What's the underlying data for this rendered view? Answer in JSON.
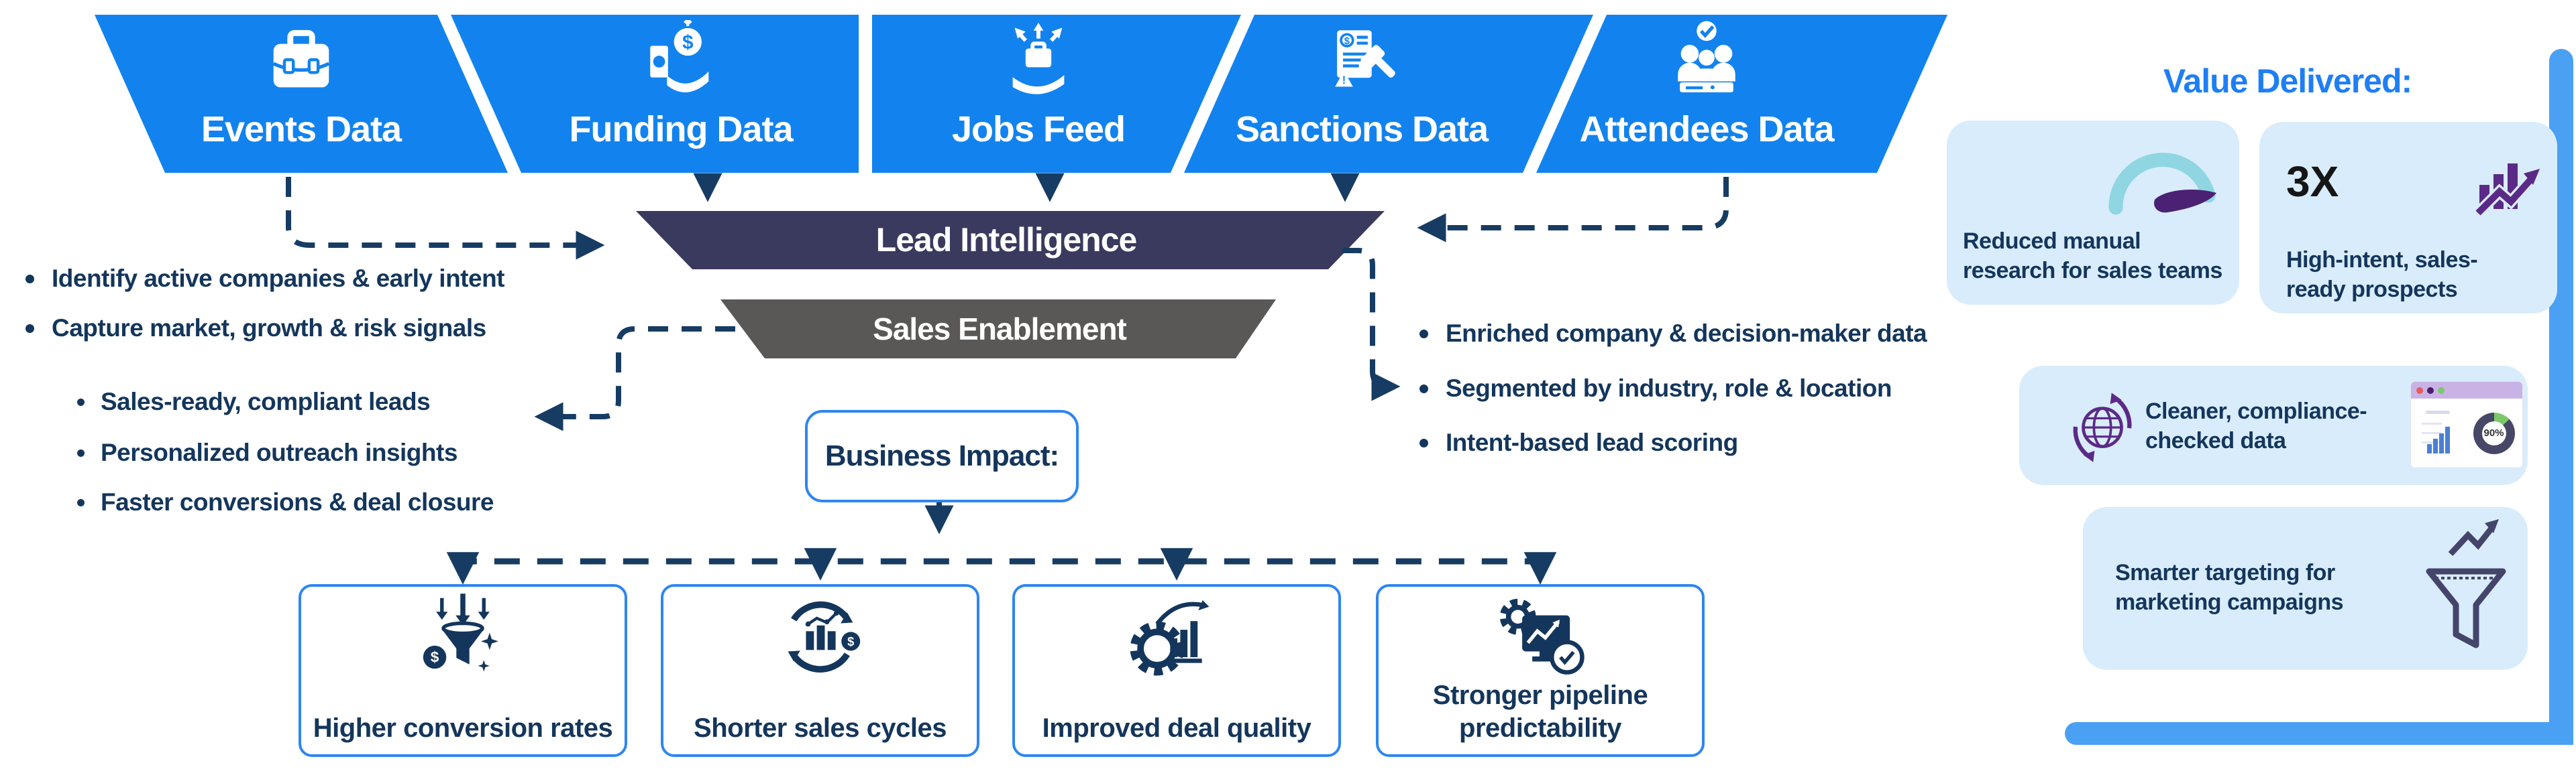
{
  "banner": {
    "items": [
      {
        "label": "Events Data",
        "icon": "briefcase-icon"
      },
      {
        "label": "Funding Data",
        "icon": "money-hand-icon"
      },
      {
        "label": "Jobs Feed",
        "icon": "jobs-hand-icon"
      },
      {
        "label": "Sanctions Data",
        "icon": "sanctions-gavel-icon"
      },
      {
        "label": "Attendees Data",
        "icon": "attendees-group-icon"
      }
    ]
  },
  "funnel": {
    "lead_label": "Lead Intelligence",
    "sales_label": "Sales Enablement"
  },
  "left_bullets": {
    "main": [
      "Identify active companies & early intent",
      "Capture market, growth & risk signals"
    ],
    "sub": [
      "Sales-ready, compliant leads",
      "Personalized outreach insights",
      "Faster conversions & deal closure"
    ]
  },
  "right_bullets": [
    "Enriched company & decision-maker data",
    "Segmented by industry, role & location",
    "Intent-based lead scoring"
  ],
  "business_impact": {
    "label": "Business Impact:"
  },
  "impact_boxes": [
    {
      "label": "Higher conversion rates",
      "icon": "conversion-funnel-icon"
    },
    {
      "label": "Shorter sales cycles",
      "icon": "sales-cycle-icon"
    },
    {
      "label": "Improved deal quality",
      "icon": "deal-quality-gear-icon"
    },
    {
      "label": "Stronger pipeline predictability",
      "icon": "pipeline-forecast-icon"
    }
  ],
  "value_panel": {
    "title": "Value Delivered:",
    "cards": [
      {
        "text": "Reduced manual research for sales teams",
        "icon": "speedometer-icon"
      },
      {
        "badge": "3X",
        "text": "High-intent, sales-ready prospects",
        "icon": "growth-chart-icon"
      },
      {
        "text": "Cleaner, compliance-checked data",
        "icon": "globe-sync-icon",
        "widget": {
          "donut_value": "90%"
        }
      },
      {
        "text": "Smarter targeting for marketing campaigns",
        "icon": "targeting-funnel-icon"
      }
    ]
  },
  "colors": {
    "banner_blue": "#1283ee",
    "lead_navy": "#3a395e",
    "sales_gray": "#5a5757",
    "arrow_navy": "#173c63",
    "text_navy": "#14365c",
    "accent_blue": "#2e86f0",
    "title_blue": "#1e7ff5",
    "card_bg": "#d9ecfb",
    "bar_blue": "#4aa0f3",
    "purple": "#5b2a86",
    "needle_purple": "#4b2173",
    "teal": "#8fd6e2",
    "donut_green": "#7bc96a"
  }
}
